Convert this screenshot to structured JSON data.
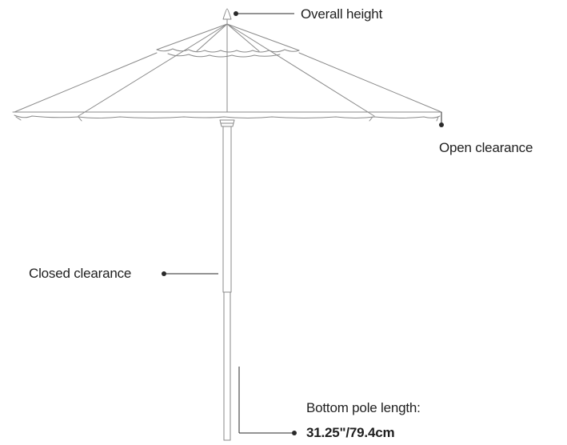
{
  "labels": {
    "overall_height": "Overall height",
    "open_clearance": "Open clearance",
    "closed_clearance": "Closed clearance",
    "bottom_pole_title": "Bottom pole length:",
    "bottom_pole_value": "31.25\"/79.4cm"
  },
  "colors": {
    "line": "#8a8a8a",
    "leader": "#2a2a2a",
    "text": "#1f1f1f"
  }
}
